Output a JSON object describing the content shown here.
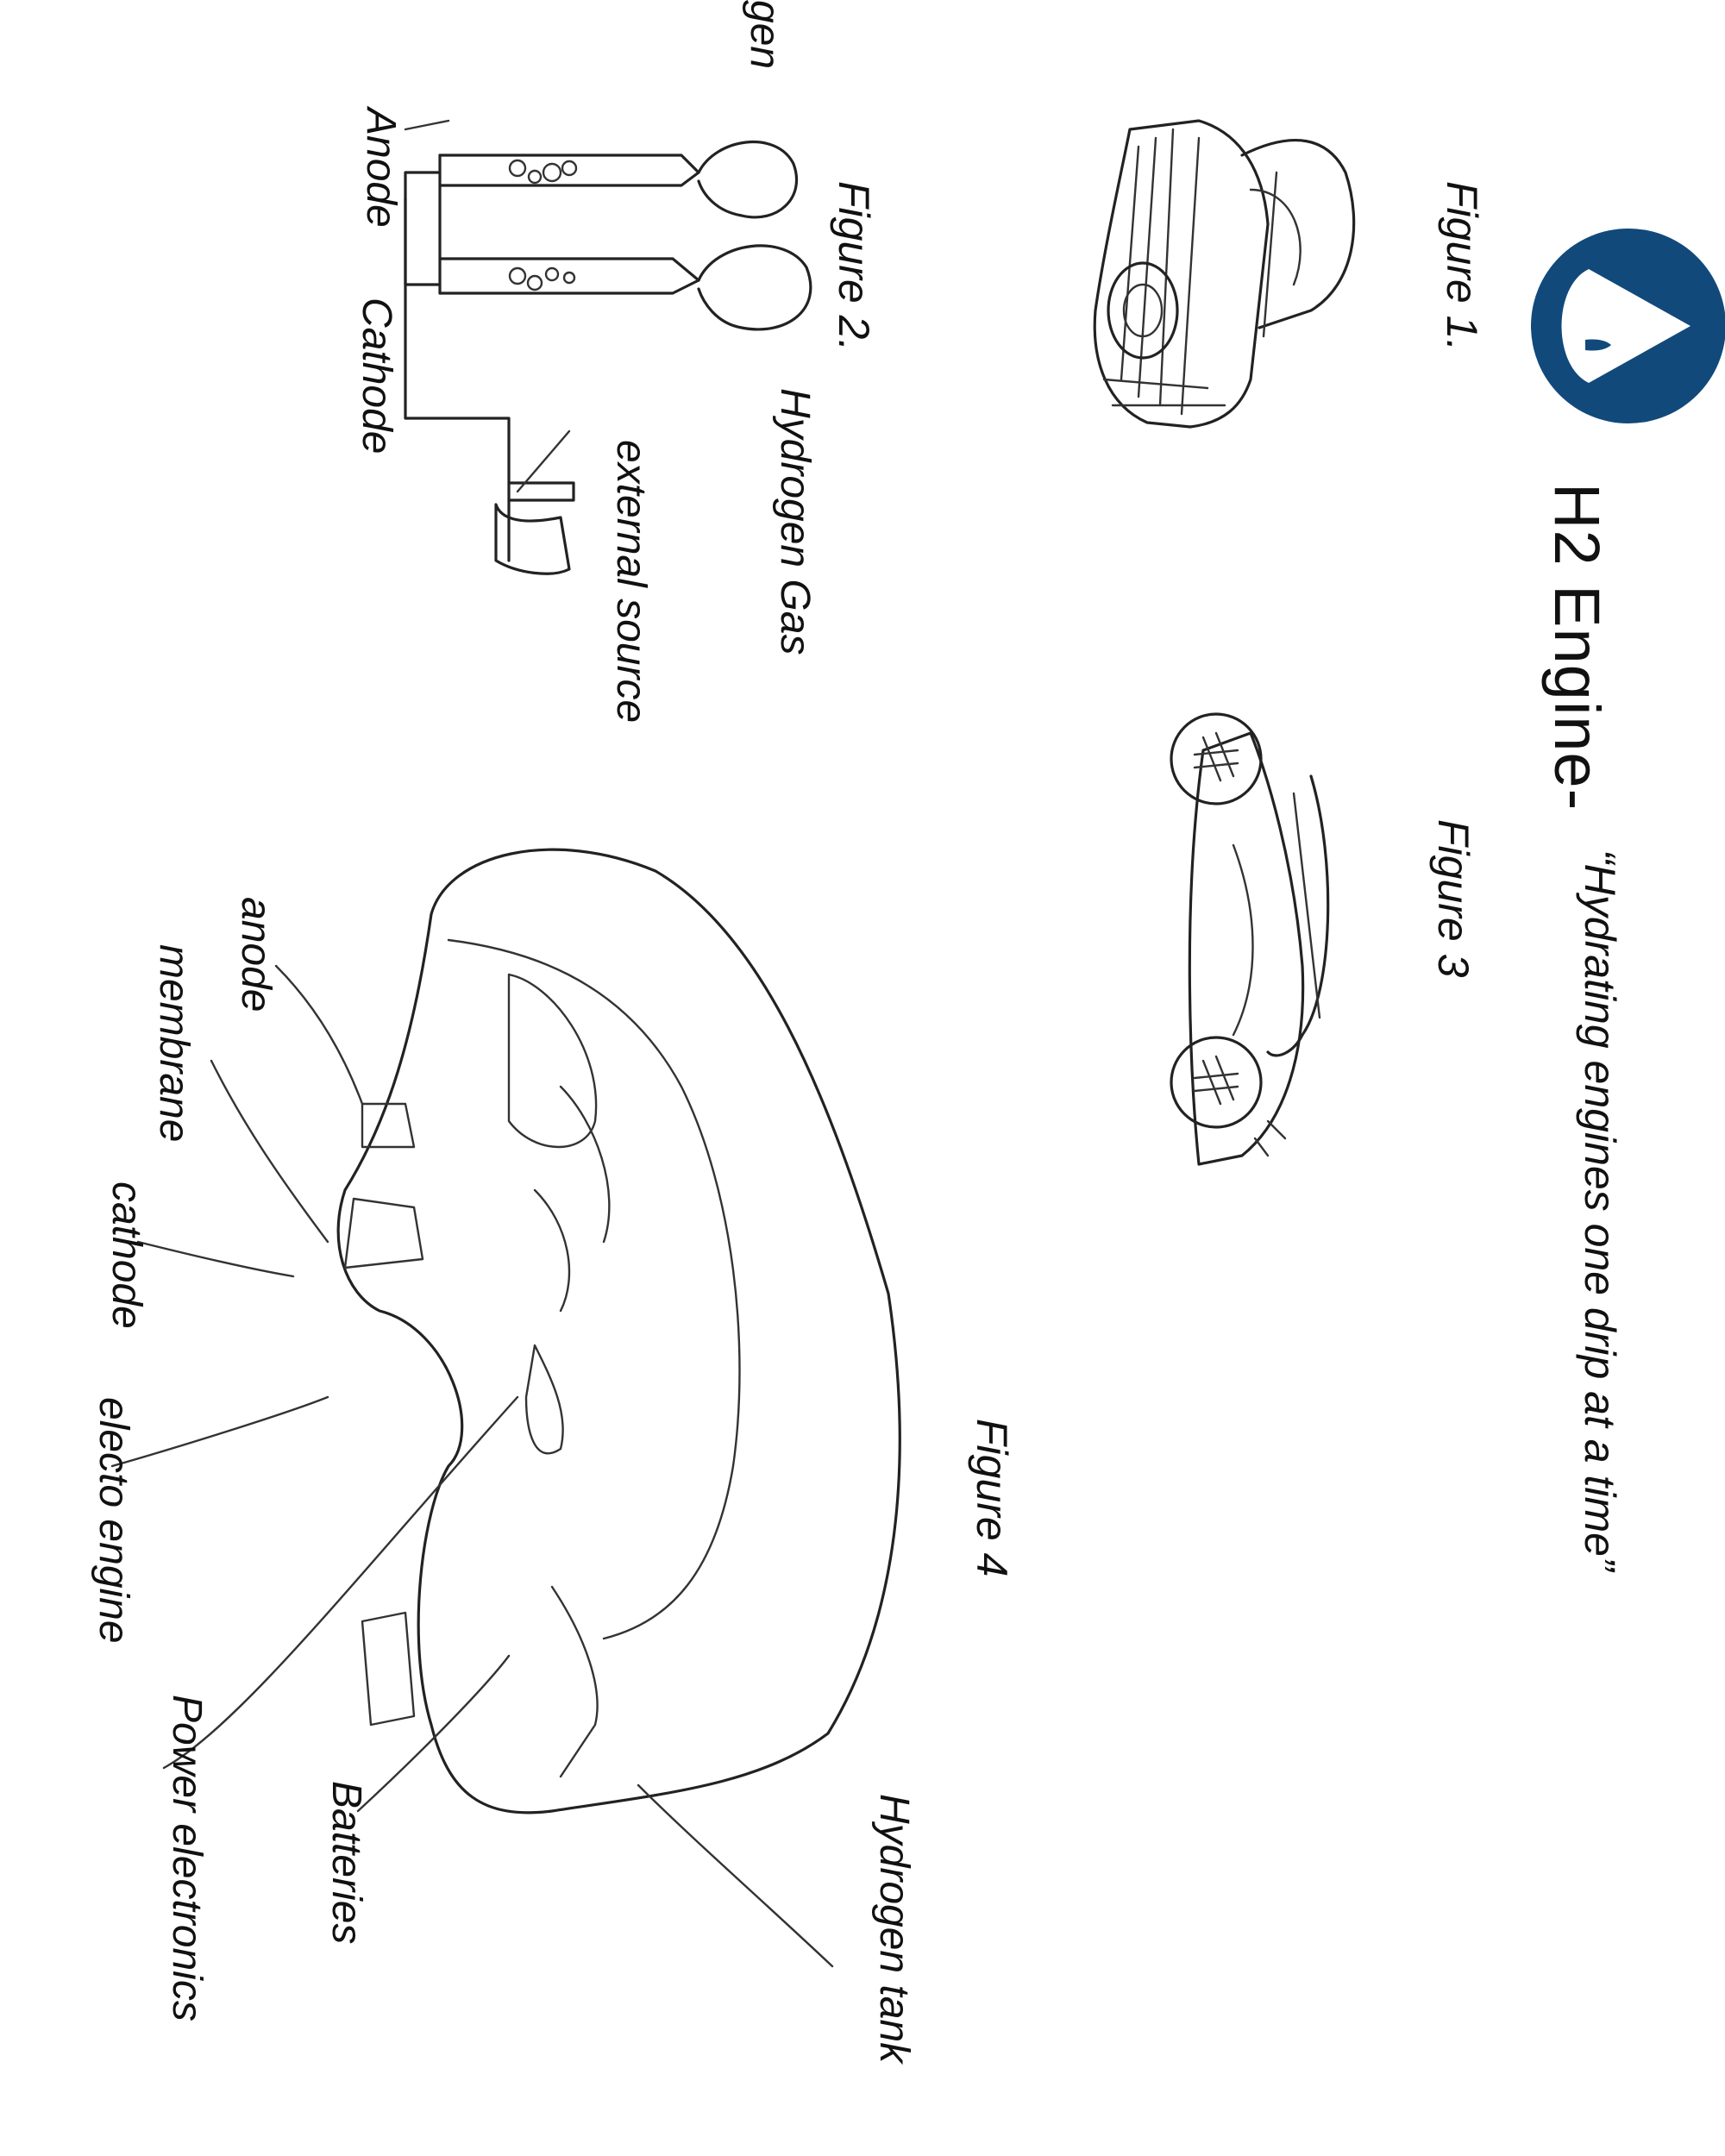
{
  "header": {
    "title": "H2 Engine-",
    "subtitle": "“Hydrating engines one drip at a time”",
    "brand_color": "#11497b"
  },
  "figures": {
    "fig1": "Figure 1.",
    "fig2": "Figure 2.",
    "fig3": "Figure 3",
    "fig4": "Figure 4"
  },
  "figure2_labels": {
    "oxygen_partial": "gen",
    "anode": "Anode",
    "cathode": "Cathode",
    "hydrogen_gas": "Hydrogen Gas",
    "external_source": "external source"
  },
  "figure4_labels": {
    "anode": "anode",
    "membrane": "membrane",
    "cathode": "cathode",
    "electo_engine": "electo engine",
    "power_electronics": "Power electronics",
    "batteries": "Batteries",
    "hydrogen_tank": "Hydrogen tank"
  },
  "icons": {
    "logo": "water-drop-logo-icon"
  }
}
